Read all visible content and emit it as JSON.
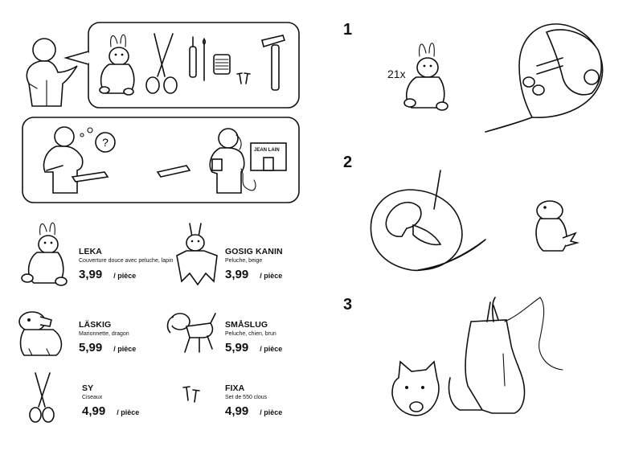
{
  "steps": [
    "1",
    "2",
    "3"
  ],
  "step1_count": "21x",
  "sign_text": "JEAN LAIN",
  "question_mark": "?",
  "products": [
    {
      "name": "LEKA",
      "desc": "Couverture douce avec peluche, lapin",
      "price": "3,99",
      "unit": "/ pièce"
    },
    {
      "name": "GOSIG KANIN",
      "desc": "Peluche, beige",
      "price": "3,99",
      "unit": "/ pièce"
    },
    {
      "name": "LÄSKIG",
      "desc": "Marionnette, dragon",
      "price": "5,99",
      "unit": "/ pièce"
    },
    {
      "name": "SMÅSLUG",
      "desc": "Peluche, chien, brun",
      "price": "5,99",
      "unit": "/ pièce"
    },
    {
      "name": "SY",
      "desc": "Ciseaux",
      "price": "4,99",
      "unit": "/ pièce"
    },
    {
      "name": "FIXA",
      "desc": "Set de 550 clous",
      "price": "4,99",
      "unit": "/ pièce"
    }
  ],
  "icons": [
    "person-icon",
    "bunny-icon",
    "scissors-icon",
    "seam-ripper-icon",
    "needle-icon",
    "thread-spool-icon",
    "nails-icon",
    "hammer-icon",
    "thinking-person-icon",
    "board-icon",
    "phone-person-icon",
    "dog-icon",
    "dragon-icon",
    "dog-head-icon",
    "puppet-body-icon"
  ]
}
